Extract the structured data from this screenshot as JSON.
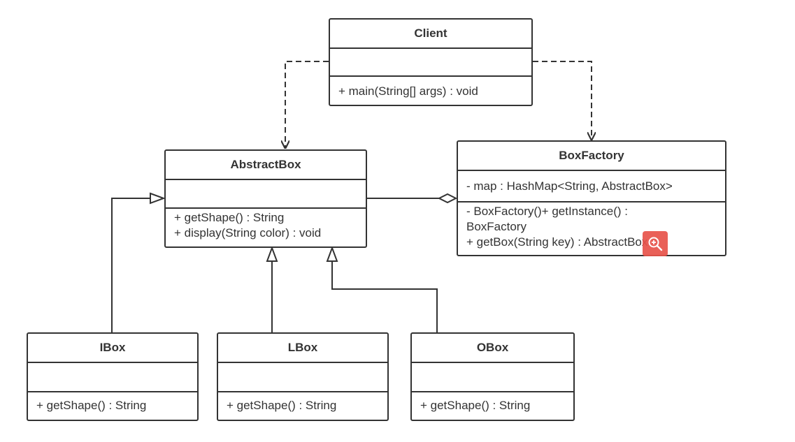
{
  "classes": {
    "client": {
      "name": "Client",
      "operations": [
        "+ main(String[] args) : void"
      ]
    },
    "abstract_box": {
      "name": "AbstractBox",
      "operations": [
        "+ getShape() : String",
        "+ display(String color) : void"
      ]
    },
    "box_factory": {
      "name": "BoxFactory",
      "attributes": [
        "- map : HashMap<String, AbstractBox>"
      ],
      "operations": [
        "- BoxFactory()+ getInstance() :",
        "BoxFactory",
        "+ getBox(String key) : AbstractBox"
      ]
    },
    "ibox": {
      "name": "IBox",
      "operations": [
        "+ getShape() : String"
      ]
    },
    "lbox": {
      "name": "LBox",
      "operations": [
        "+ getShape() : String"
      ]
    },
    "obox": {
      "name": "OBox",
      "operations": [
        "+ getShape() : String"
      ]
    }
  },
  "relations": {
    "client_abstractbox": "dependency",
    "client_boxfactory": "dependency",
    "boxfactory_abstractbox": "aggregation",
    "ibox_abstractbox": "generalization",
    "lbox_abstractbox": "generalization",
    "obox_abstractbox": "generalization"
  },
  "icons": {
    "zoom_button": "zoom-in-icon"
  },
  "colors": {
    "line": "#333333",
    "zoom_button": "#e8534a"
  }
}
